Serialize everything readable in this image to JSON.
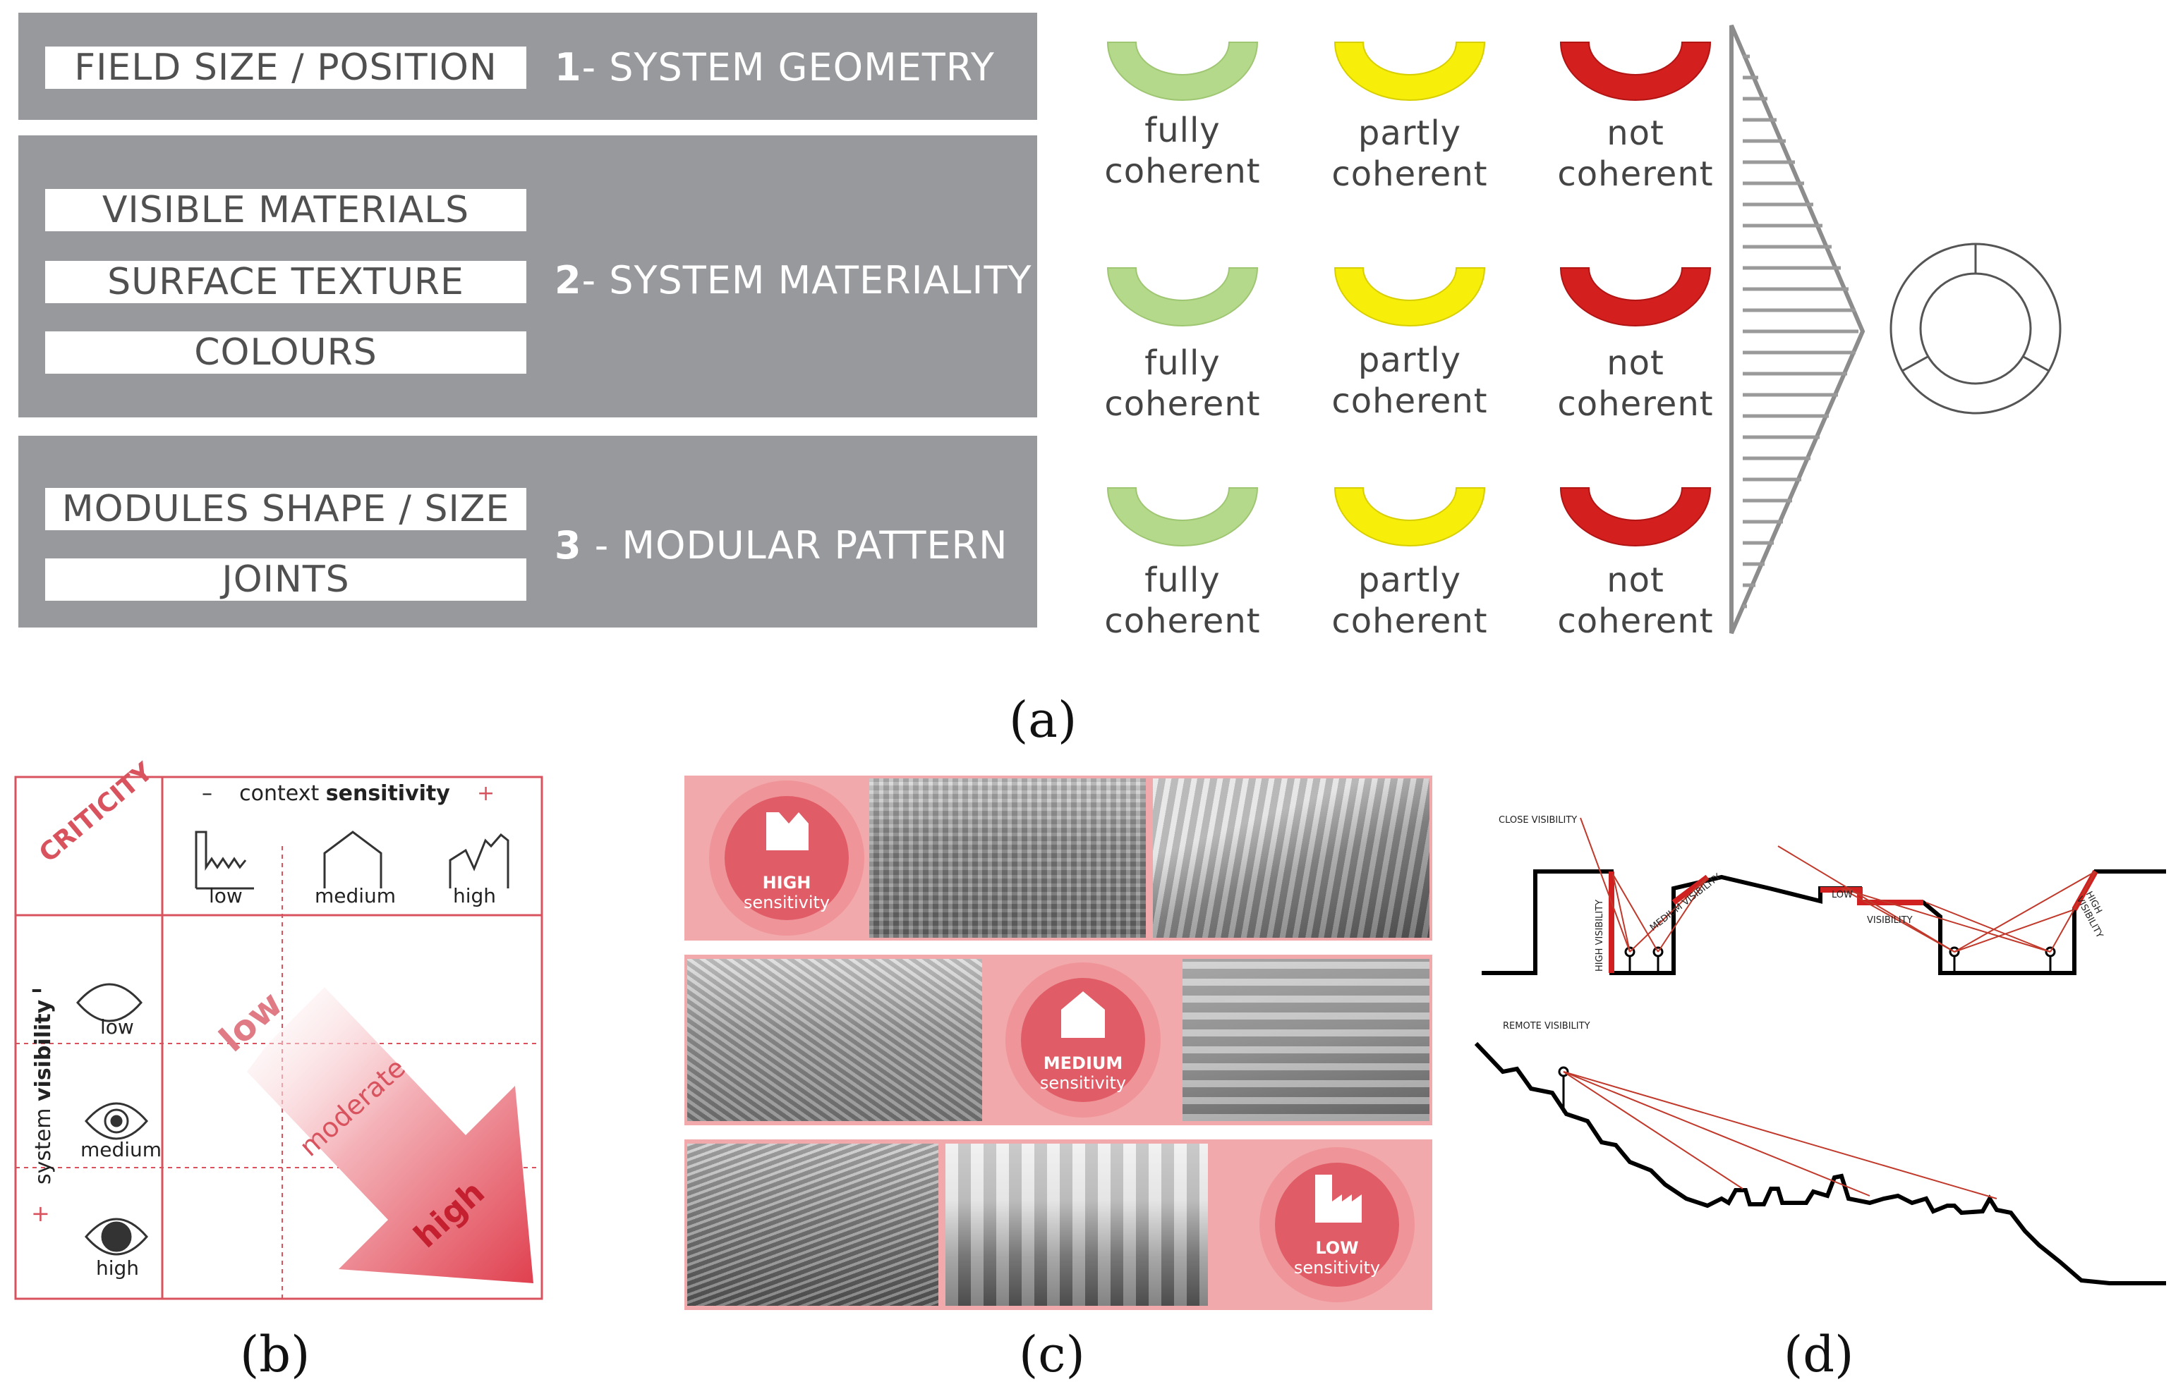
{
  "panel_a": {
    "caption": "(a)",
    "groups": [
      {
        "number": "1",
        "system": "- SYSTEM GEOMETRY",
        "criteria": [
          "FIELD SIZE / POSITION"
        ]
      },
      {
        "number": "2",
        "system": "- SYSTEM MATERIALITY",
        "criteria": [
          "VISIBLE MATERIALS",
          "SURFACE TEXTURE",
          "COLOURS"
        ]
      },
      {
        "number": "3",
        "system": " - MODULAR PATTERN",
        "criteria": [
          "MODULES SHAPE / SIZE",
          "JOINTS"
        ]
      }
    ],
    "coherence_levels": [
      {
        "label": "fully\ncoherent",
        "color": "#b5d98a"
      },
      {
        "label": "partly\ncoherent",
        "color": "#f7ee0a"
      },
      {
        "label": "not\ncoherent",
        "color": "#d41f1f"
      }
    ]
  },
  "panel_b": {
    "caption": "(b)",
    "corner_title": "CRITICITY",
    "sensitivity_title_pre": "context ",
    "sensitivity_title_bold": "sensitivity",
    "minus": "–",
    "plus": "+",
    "sensitivity_levels": [
      "low",
      "medium",
      "high"
    ],
    "visibility_title_pre": "system ",
    "visibility_title_bold": "visibility",
    "visibility_levels": [
      "low",
      "medium",
      "high"
    ],
    "arrow_labels": [
      "low",
      "moderate",
      "high"
    ],
    "accent_color": "#d9535f"
  },
  "panel_c": {
    "caption": "(c)",
    "rows": [
      {
        "level": "HIGH",
        "word": "sensitivity"
      },
      {
        "level": "MEDIUM",
        "word": "sensitivity"
      },
      {
        "level": "LOW",
        "word": "sensitivity"
      }
    ]
  },
  "panel_d": {
    "caption": "(d)",
    "labels": {
      "close": "CLOSE VISIBILITY",
      "high": "HIGH VISIBILITY",
      "medium": "MEDIUM VISIBILITY",
      "low": "LOW",
      "visibility": "VISIBILITY",
      "high2": "HIGH\nVISIBILITY",
      "remote": "REMOTE VISIBILITY"
    }
  }
}
